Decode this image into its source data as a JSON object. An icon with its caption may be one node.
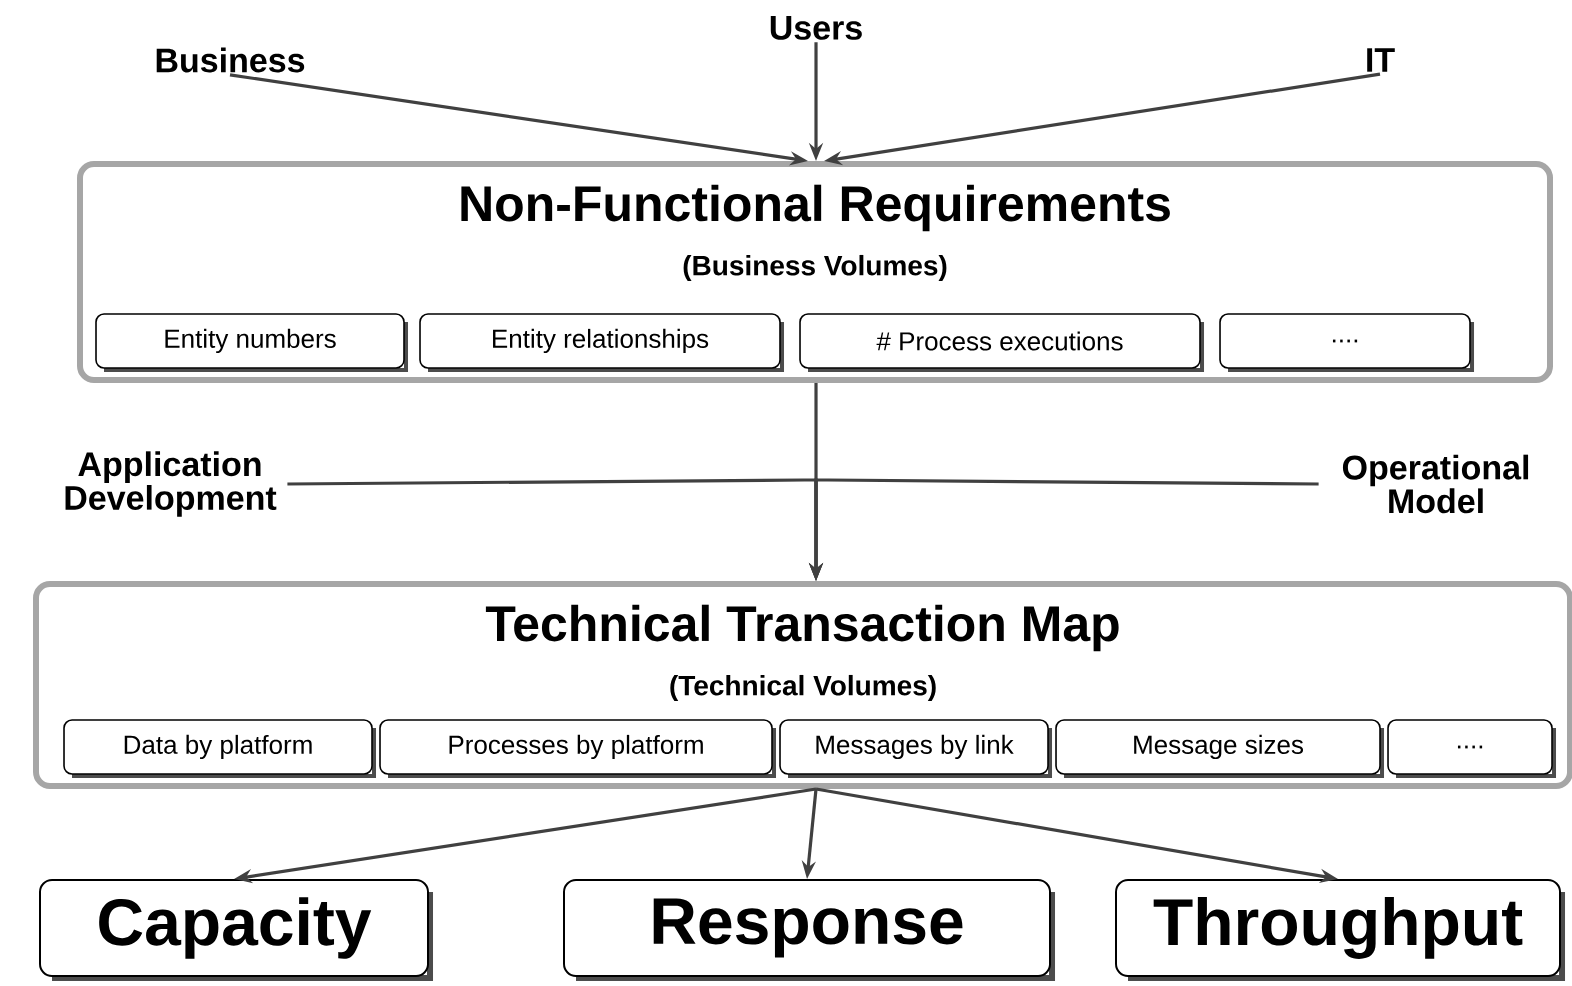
{
  "diagram": {
    "nodes": [
      {
        "text": [
          "Business"
        ]
      },
      {
        "text": [
          "Users"
        ]
      },
      {
        "text": [
          "IT"
        ]
      },
      {
        "text": [
          "Non-Functional Requirements",
          "(Business Volumes)"
        ]
      },
      {
        "text": [
          "Entity numbers"
        ],
        "in": 3
      },
      {
        "text": [
          "Entity relationships"
        ],
        "in": 3
      },
      {
        "text": [
          "# Process executions"
        ],
        "in": 3
      },
      {
        "text": [
          "...."
        ],
        "in": 3
      },
      {
        "text": [
          "Application Development"
        ]
      },
      {
        "text": [
          "Operational Model"
        ]
      },
      {
        "text": [
          "Technical Transaction Map",
          "(Technical Volumes)"
        ]
      },
      {
        "text": [
          "Data by platform"
        ],
        "in": 10
      },
      {
        "text": [
          "Processes by platform"
        ],
        "in": 10
      },
      {
        "text": [
          "Messages by link"
        ],
        "in": 10
      },
      {
        "text": [
          "Message sizes"
        ],
        "in": 10
      },
      {
        "text": [
          "...."
        ],
        "in": 10
      },
      {
        "text": [
          "Capacity"
        ]
      },
      {
        "text": [
          "Response"
        ]
      },
      {
        "text": [
          "Throughput"
        ]
      }
    ],
    "edges": [
      {
        "from": 0,
        "to": 3,
        "arrow": "to"
      },
      {
        "from": 1,
        "to": 3,
        "arrow": "to"
      },
      {
        "from": 2,
        "to": 3,
        "arrow": "to"
      },
      {
        "from": 3,
        "to": 10,
        "arrow": "to"
      },
      {
        "from": 8,
        "to": 10,
        "arrow": "to"
      },
      {
        "from": 9,
        "to": 10,
        "arrow": "to"
      },
      {
        "from": 10,
        "to": 16,
        "arrow": "to"
      },
      {
        "from": 10,
        "to": 17,
        "arrow": "to"
      },
      {
        "from": 10,
        "to": 18,
        "arrow": "to"
      }
    ]
  }
}
